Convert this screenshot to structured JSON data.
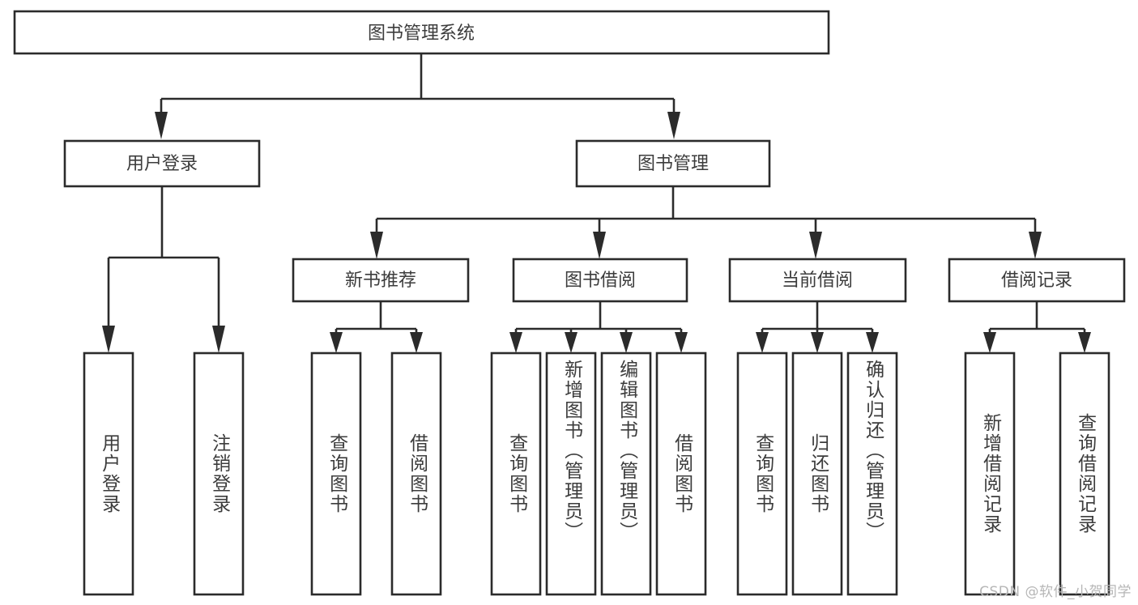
{
  "diagram": {
    "title": "图书管理系统",
    "type": "hierarchy-tree",
    "background_color": "#ffffff",
    "line_color": "#2b2b2b",
    "text_color": "#3c3c3c",
    "watermark": "CSDN @软件_小贺同学",
    "levels": {
      "root": {
        "label": "图书管理系统"
      },
      "level1": [
        {
          "label": "用户登录"
        },
        {
          "label": "图书管理"
        }
      ],
      "level2": [
        {
          "label": "新书推荐"
        },
        {
          "label": "图书借阅"
        },
        {
          "label": "当前借阅"
        },
        {
          "label": "借阅记录"
        }
      ],
      "leaves": [
        {
          "label": "用户登录"
        },
        {
          "label": "注销登录"
        },
        {
          "label": "查询图书"
        },
        {
          "label": "借阅图书"
        },
        {
          "label": "查询图书"
        },
        {
          "label": "新增图书（管理员）"
        },
        {
          "label": "编辑图书（管理员）"
        },
        {
          "label": "借阅图书"
        },
        {
          "label": "查询图书"
        },
        {
          "label": "归还图书"
        },
        {
          "label": "确认归还（管理员）"
        },
        {
          "label": "新增借阅记录"
        },
        {
          "label": "查询借阅记录"
        }
      ]
    },
    "groups": {
      "user_login_children": [
        "用户登录",
        "注销登录"
      ],
      "new_book_children": [
        "查询图书",
        "借阅图书"
      ],
      "book_borrow_children": [
        "查询图书",
        "新增图书（管理员）",
        "编辑图书（管理员）",
        "借阅图书"
      ],
      "current_borrow_children": [
        "查询图书",
        "归还图书",
        "确认归还（管理员）"
      ],
      "borrow_record_children": [
        "新增借阅记录",
        "查询借阅记录"
      ]
    }
  }
}
